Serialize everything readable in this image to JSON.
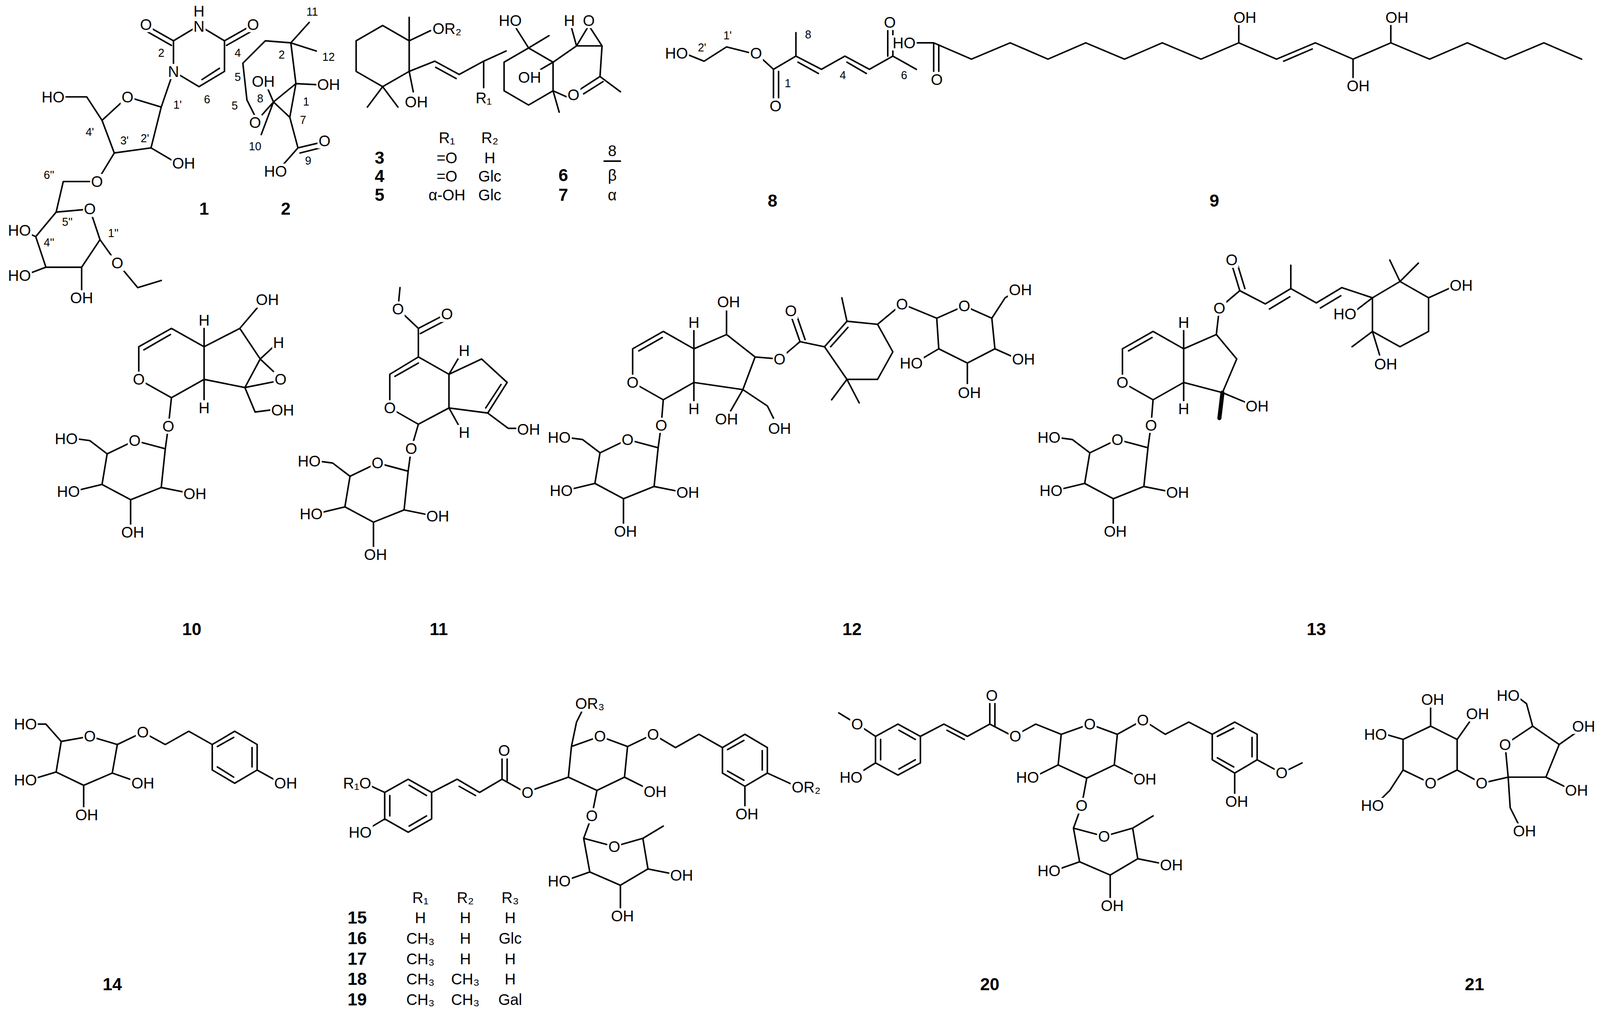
{
  "diagram": {
    "labels": [
      "H",
      "N",
      "O",
      "2",
      "O",
      "4",
      "5",
      "6",
      "N",
      "O",
      "HO",
      "4'",
      "1'",
      "2'",
      "3'",
      "OH",
      "O",
      "6''",
      "5''",
      "O",
      "1''",
      "4''",
      "HO",
      "HO",
      "OH",
      "O",
      "1",
      "11",
      "12",
      "2",
      "1",
      "OH",
      "OH",
      "5",
      "O",
      "8",
      "7",
      "10",
      "9",
      "O",
      "HO",
      "2",
      "OR₂",
      "OH",
      "R₁",
      "R₁",
      "R₂",
      "3",
      "=O",
      "H",
      "4",
      "=O",
      "Glc",
      "5",
      "α-OH",
      "Glc",
      "HO",
      "H",
      "O",
      "OH",
      "O",
      "8",
      "6",
      "β",
      "7",
      "α",
      "HO",
      "2'",
      "1'",
      "O",
      "1",
      "O",
      "8",
      "4",
      "6",
      "O",
      "8",
      "HO",
      "O",
      "OH",
      "OH",
      "OH",
      "9",
      "H",
      "OH",
      "H",
      "O",
      "OH",
      "H",
      "O",
      "O",
      "O",
      "HO",
      "HO",
      "OH",
      "OH",
      "10",
      "O",
      "O",
      "H",
      "O",
      "H",
      "OH",
      "O",
      "O",
      "HO",
      "HO",
      "OH",
      "OH",
      "11",
      "OH",
      "H",
      "O",
      "O",
      "O",
      "O",
      "OH",
      "OH",
      "HO",
      "OH",
      "O",
      "H",
      "OH",
      "OH",
      "O",
      "O",
      "HO",
      "HO",
      "OH",
      "OH",
      "12",
      "O",
      "O",
      "OH",
      "HO",
      "OH",
      "H",
      "O",
      "H",
      "OH",
      "O",
      "O",
      "HO",
      "HO",
      "OH",
      "OH",
      "13",
      "HO",
      "O",
      "O",
      "HO",
      "OH",
      "OH",
      "OH",
      "14",
      "R₁O",
      "HO",
      "O",
      "O",
      "OR₃",
      "O",
      "O",
      "OR₂",
      "OH",
      "OH",
      "O",
      "O",
      "OH",
      "HO",
      "OH",
      "R₁",
      "R₂",
      "R₃",
      "15",
      "H",
      "H",
      "H",
      "16",
      "CH₃",
      "H",
      "Glc",
      "17",
      "CH₃",
      "H",
      "H",
      "18",
      "CH₃",
      "CH₃",
      "H",
      "19",
      "CH₃",
      "CH₃",
      "Gal",
      "O",
      "HO",
      "O",
      "O",
      "O",
      "O",
      "O",
      "HO",
      "OH",
      "OH",
      "O",
      "O",
      "OH",
      "HO",
      "OH",
      "20",
      "OH",
      "OH",
      "HO",
      "HO",
      "OH",
      "O",
      "O",
      "O",
      "OH",
      "HO",
      "OH",
      "21"
    ]
  }
}
